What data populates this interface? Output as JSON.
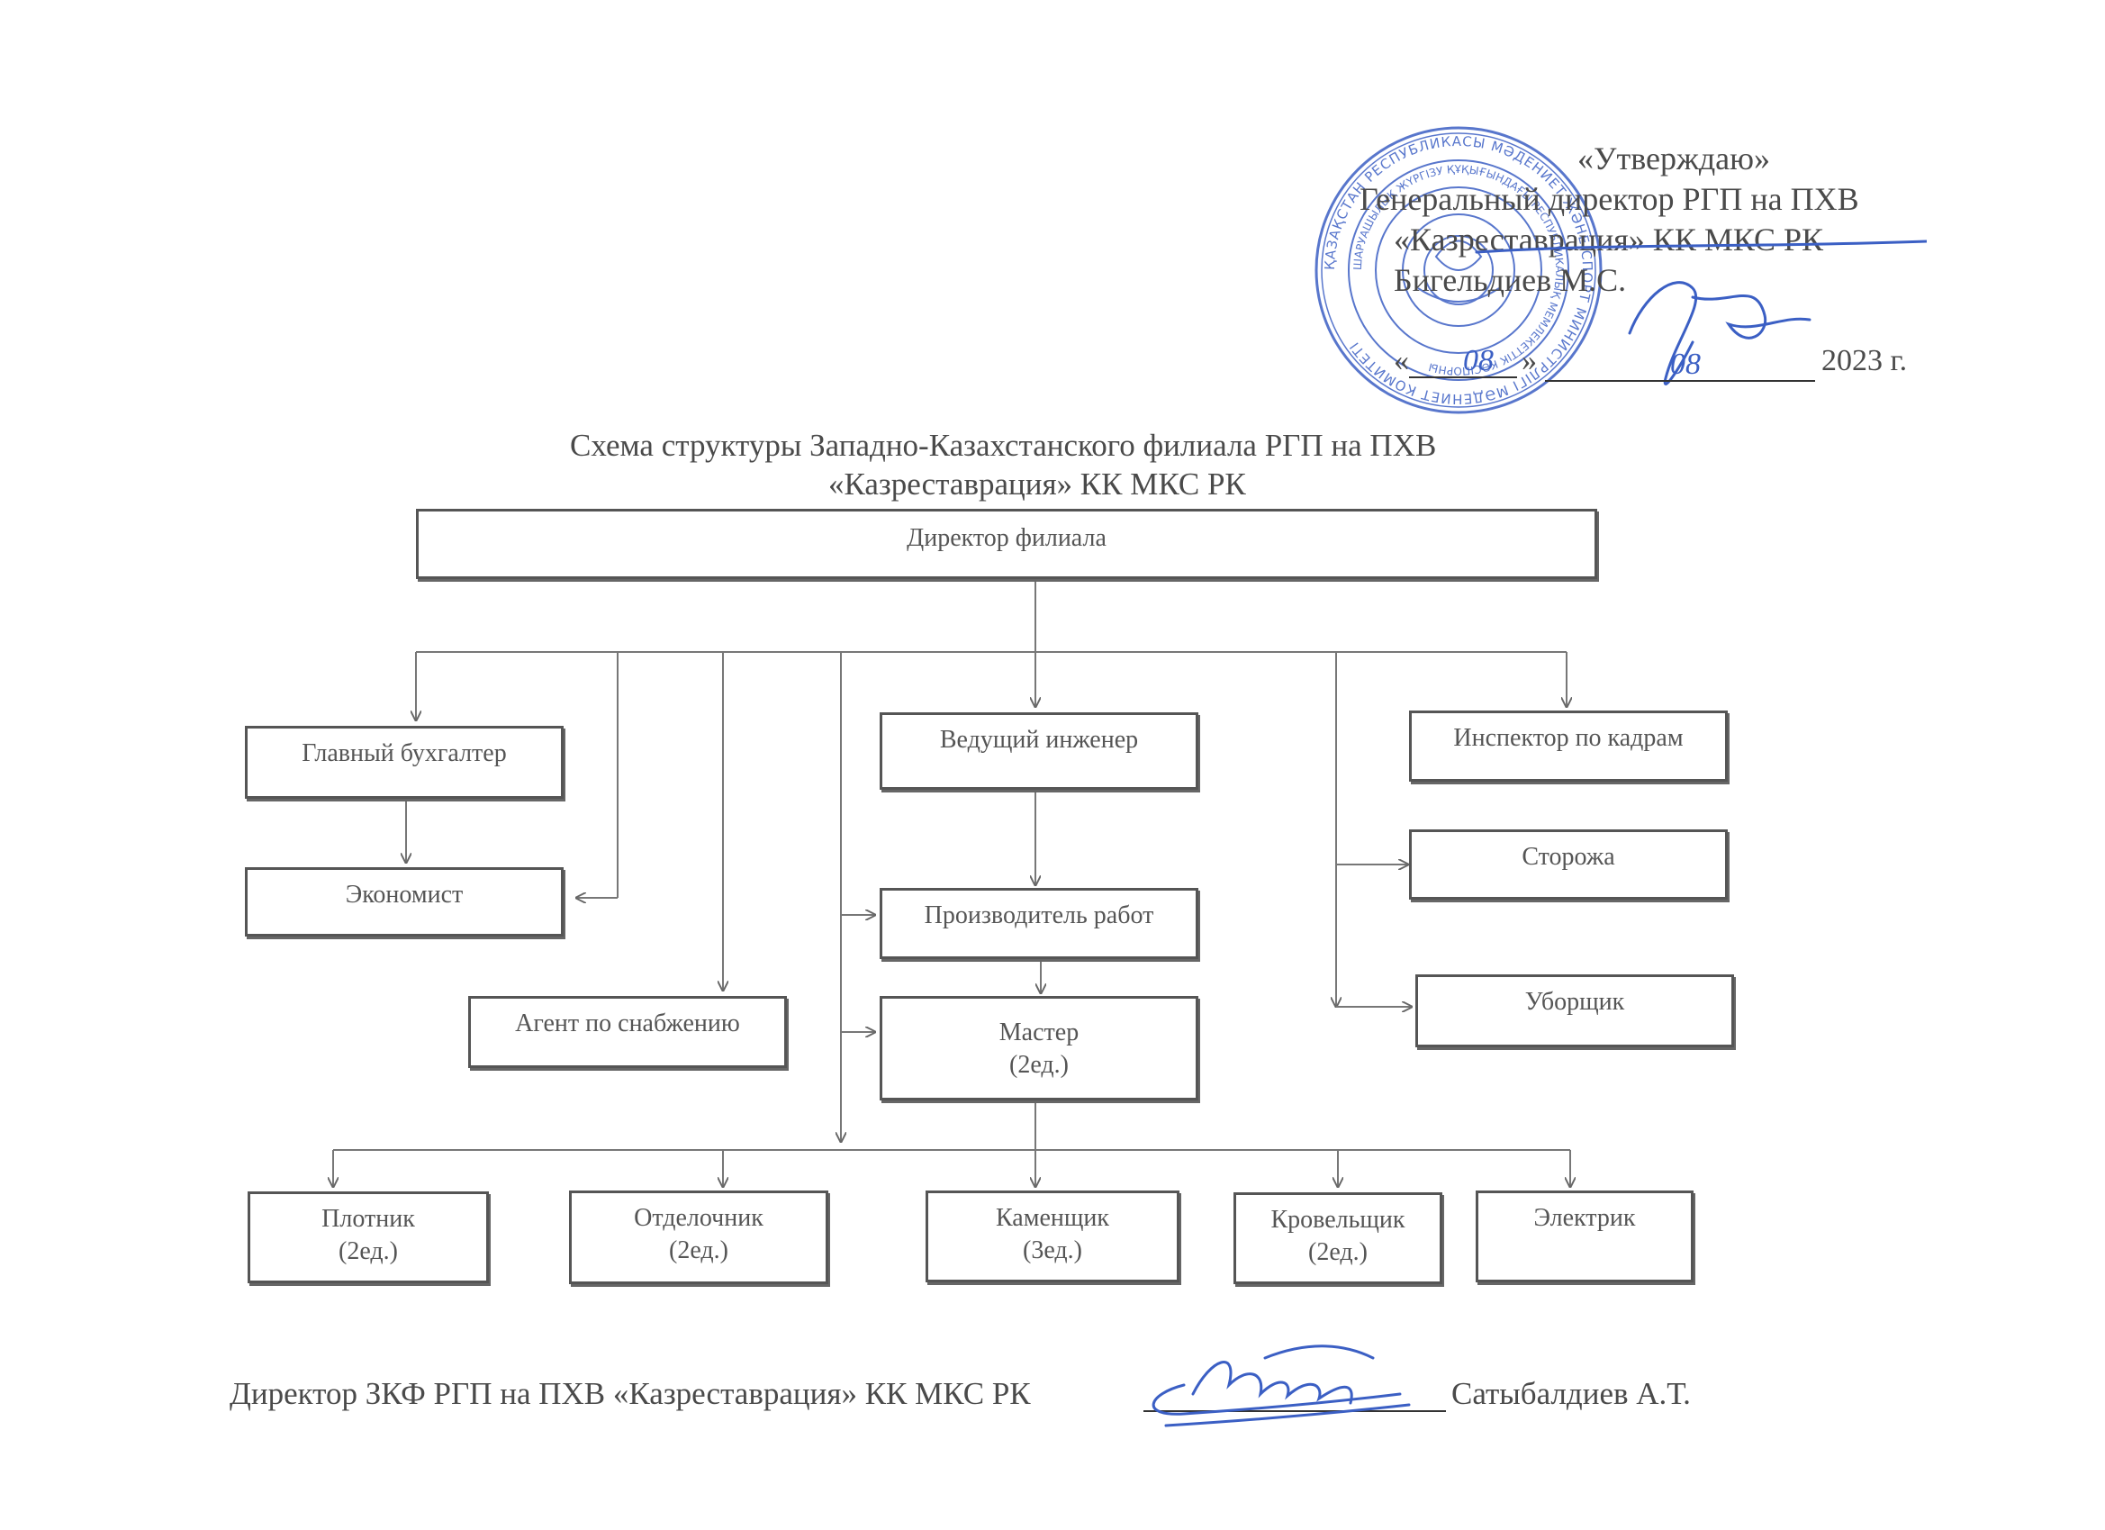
{
  "approval": {
    "line1": "«Утверждаю»",
    "line2": "Генеральный директор РГП на ПХВ",
    "line3": "«Казреставрация» КК МКС РК",
    "line4": "Бигельдиев М.С.",
    "date_quote_open": "«",
    "date_day": "08",
    "date_quote_close": "»",
    "date_month": "08",
    "date_year": "2023 г."
  },
  "title": {
    "line1": "Схема структуры Западно-Казахстанского филиала РГП на ПХВ",
    "line2": "«Казреставрация» КК МКС РК"
  },
  "org": {
    "director": "Директор филиала",
    "chief_accountant": "Главный бухгалтер",
    "economist": "Экономист",
    "supply_agent": "Агент по снабжению",
    "lead_engineer": "Ведущий инженер",
    "works_manager": "Производитель работ",
    "master": {
      "name": "Мастер",
      "count": "(2ед.)"
    },
    "hr_inspector": "Инспектор по кадрам",
    "guards": "Сторожа",
    "cleaner": "Уборщик",
    "workers": [
      {
        "name": "Плотник",
        "count": "(2ед.)"
      },
      {
        "name": "Отделочник",
        "count": "(2ед.)"
      },
      {
        "name": "Каменщик",
        "count": "(3ед.)"
      },
      {
        "name": "Кровельщик",
        "count": "(2ед.)"
      },
      {
        "name": "Электрик",
        "count": ""
      }
    ]
  },
  "footer": {
    "signer_title": "Директор ЗКФ РГП на ПХВ «Казреставрация» КК МКС РК",
    "signer_name": "Сатыбалдиев А.Т."
  },
  "stamp": {
    "outer_text": "ҚАЗАҚСТАН РЕСПУБЛИКАСЫ МӘДЕНИЕТ ЖӘНЕ СПОРТ МИНИСТРЛІГІ МӘДЕНИЕТ КОМИТЕТІ",
    "inner_text": "ШАРУАШЫЛЫҚ ЖҮРГІЗУ ҚҰҚЫҒЫНДАҒЫ РЕСПУБЛИКАЛЫҚ МЕМЛЕКЕТТІК КӘСІПОРНЫ",
    "color": "#3b5fc4"
  },
  "colors": {
    "ink": "#4a4a4a",
    "signature": "#3b5fc4"
  }
}
